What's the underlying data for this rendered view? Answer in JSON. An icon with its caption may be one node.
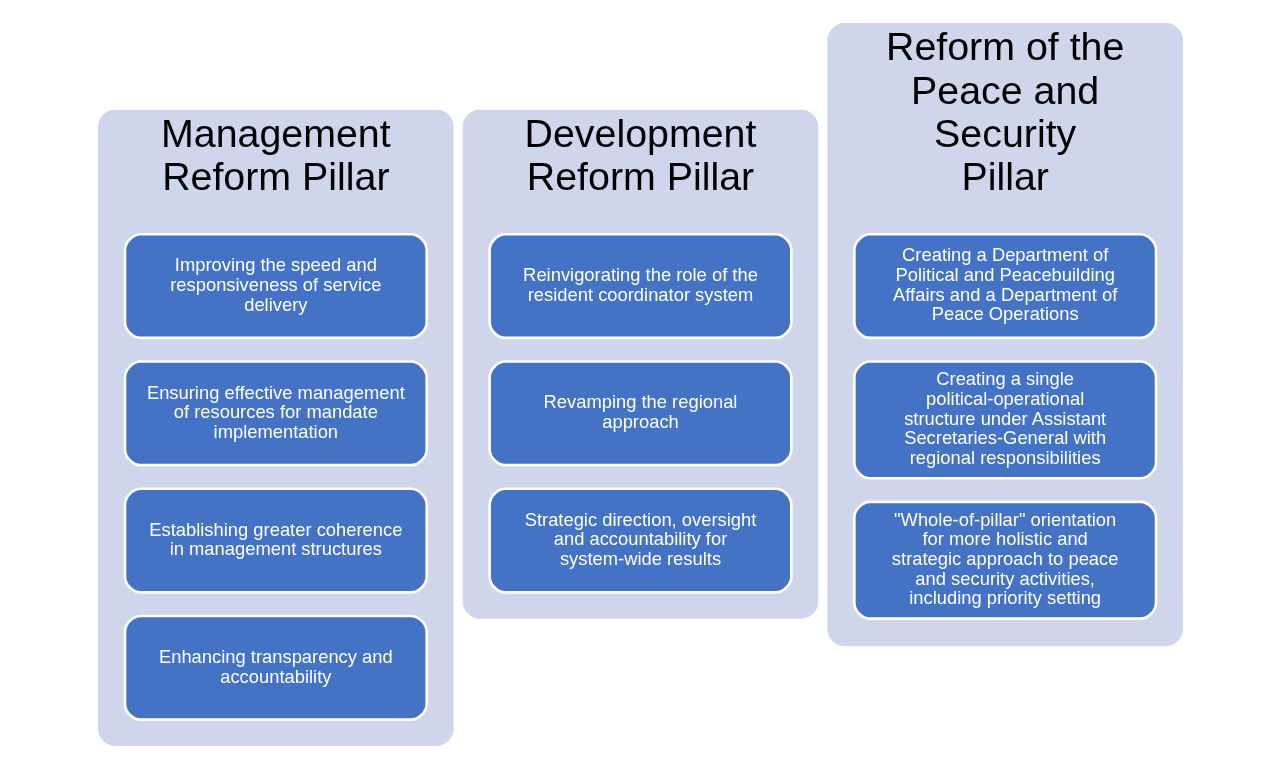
{
  "diagram": {
    "nodes": [
      {
        "text": [
          "Management Reform Pillar"
        ]
      },
      {
        "text": [
          "Improving the speed and responsiveness of service delivery"
        ],
        "in": 0
      },
      {
        "text": [
          "Ensuring effective management of resources for mandate implementation"
        ],
        "in": 0
      },
      {
        "text": [
          "Establishing greater coherence in management structures"
        ],
        "in": 0
      },
      {
        "text": [
          "Enhancing transparency and accountability"
        ],
        "in": 0
      },
      {
        "text": [
          "Development Reform Pillar"
        ]
      },
      {
        "text": [
          "Reinvigorating the role of the resident coordinator system"
        ],
        "in": 5
      },
      {
        "text": [
          "Revamping the regional approach"
        ],
        "in": 5
      },
      {
        "text": [
          "Strategic direction, oversight and accountability for system-wide results"
        ],
        "in": 5
      },
      {
        "text": [
          "Reform of the Peace and Security Pillar"
        ]
      },
      {
        "text": [
          "Creating a Department of Political and Peacebuilding Affairs and a Department of Peace Operations"
        ],
        "in": 9
      },
      {
        "text": [
          "Creating a single political-operational structure under Assistant Secretaries-General with regional responsibilities"
        ],
        "in": 9
      },
      {
        "text": [
          "\"Whole-of-pillar\" orientation for more holistic and strategic approach to peace and security activities,  including priority setting"
        ],
        "in": 9
      }
    ]
  }
}
